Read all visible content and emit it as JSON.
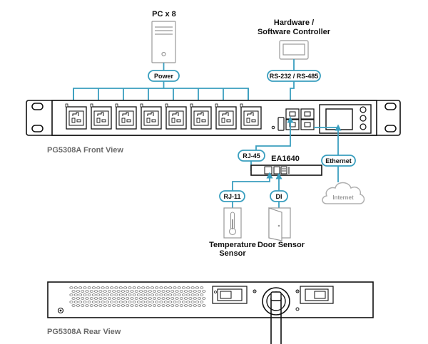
{
  "labels": {
    "pc": "PC x 8",
    "controller_line1": "Hardware /",
    "controller_line2": "Software Controller",
    "power": "Power",
    "serial": "RS-232 / RS-485",
    "front_view": "PG5308A Front View",
    "rj45": "RJ-45",
    "ea1640": "EA1640",
    "ethernet": "Ethernet",
    "internet": "Internet",
    "rj11": "RJ-11",
    "di": "DI",
    "temp_line1": "Temperature",
    "temp_line2": "Sensor",
    "door": "Door Sensor",
    "rear_view": "PG5308A Rear View"
  },
  "front_panel": {
    "outlet_count": 8
  },
  "colors": {
    "connection": "#3a9fbf",
    "pill_fill": "#ffffff",
    "device_outline": "#111111",
    "caption": "#6b6b6b",
    "cloud": "#b0b0b0"
  },
  "icons": [
    "pc-icon",
    "controller-icon",
    "cloud-icon",
    "thermometer-icon",
    "door-icon",
    "ethernet-port-icon",
    "outlet-icon"
  ]
}
